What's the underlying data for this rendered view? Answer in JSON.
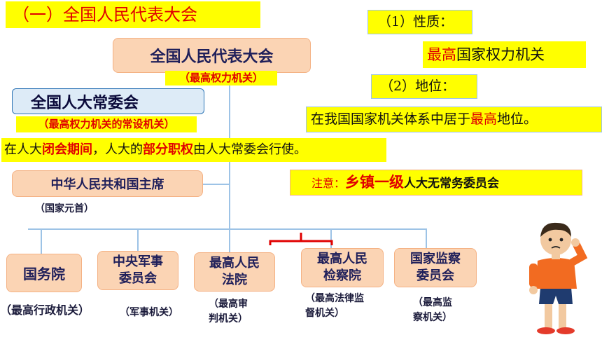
{
  "heading": "（一）全国人民代表大会",
  "npc": {
    "title": "全国人民代表大会",
    "note": "（最高权力机关）"
  },
  "standing": {
    "title": "全国人大常委会",
    "note": "（最高权力机关的常设机关）"
  },
  "closed_session": {
    "p1": "在人大",
    "p2": "闭会期间",
    "p3": "，人大的",
    "p4": "部分职权",
    "p5": "由人大常委会行使。"
  },
  "president": {
    "title": "中华人民共和国主席",
    "note": "（国家元首）"
  },
  "nature": {
    "label": "（1）性质：",
    "v1": "最高",
    "v2": "国家权力机关"
  },
  "position": {
    "label": "（2）地位：",
    "v1": "在我国国家机关体系中居于",
    "v2": "最高",
    "v3": "地位。"
  },
  "attention": {
    "p1": "注意：",
    "p2": "乡镇一级",
    "p3": "人大无常务委员会"
  },
  "organs": [
    {
      "title": "国务院",
      "note": "（最高行政机关）"
    },
    {
      "title_l1": "中央军事",
      "title_l2": "委员会",
      "note": "（军事机关）"
    },
    {
      "title_l1": "最高人民",
      "title_l2": "法院",
      "note_l1": "（最高审",
      "note_l2": "判机关）"
    },
    {
      "title_l1": "最高人民",
      "title_l2": "检察院",
      "note_l1": "（最高法律监",
      "note_l2": "督机关）"
    },
    {
      "title_l1": "国家监察",
      "title_l2": "委员会",
      "note_l1": "（最高监",
      "note_l2": "察机关）"
    }
  ],
  "colors": {
    "highlight": "#ffff00",
    "box_fill": "#fbd4b4",
    "accent_red": "#e00000",
    "connector": "#9dc3e6"
  }
}
